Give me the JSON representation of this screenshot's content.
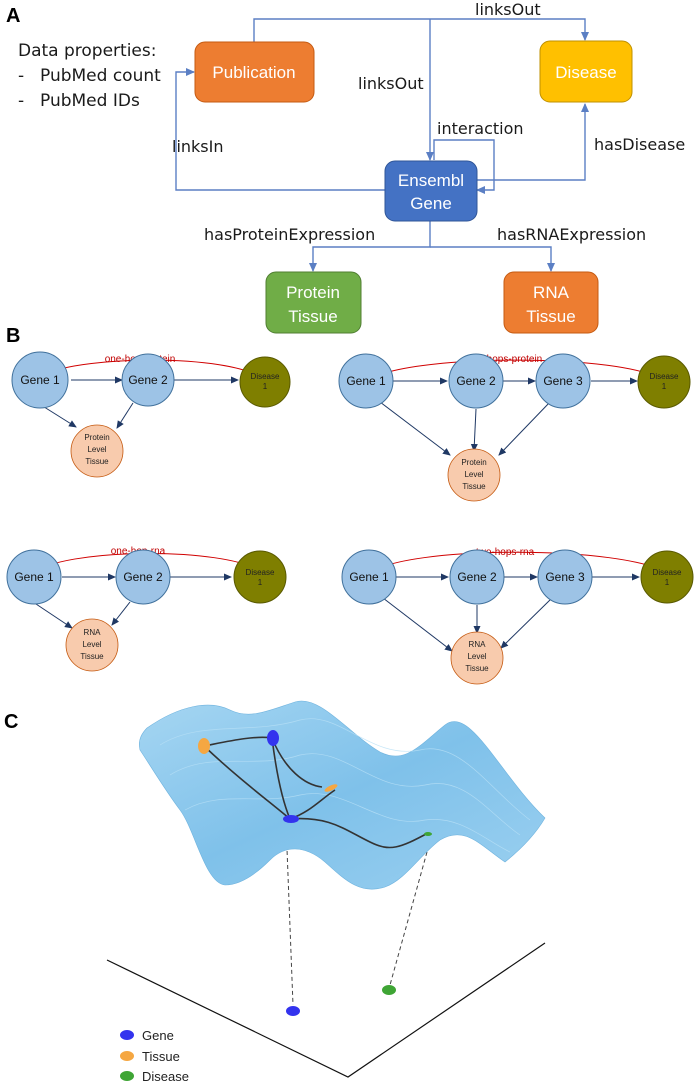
{
  "panels": {
    "a": "A",
    "b": "B",
    "c": "C"
  },
  "panel_a": {
    "data_properties_title": "Data properties:",
    "data_properties": [
      "PubMed count",
      "PubMed IDs"
    ],
    "bullet": "-",
    "nodes": {
      "publication": "Publication",
      "disease": "Disease",
      "gene_line1": "Ensembl",
      "gene_line2": "Gene",
      "protein_line1": "Protein",
      "protein_line2": "Tissue",
      "rna_line1": "RNA",
      "rna_line2": "Tissue"
    },
    "edges": {
      "links_out_top": "linksOut",
      "links_out_mid": "linksOut",
      "links_in": "linksIn",
      "interaction": "interaction",
      "has_disease": "hasDisease",
      "has_protein_expression": "hasProteinExpression",
      "has_rna_expression": "hasRNAExpression"
    },
    "colors": {
      "publication": "#ED7D31",
      "disease": "#FFC000",
      "gene": "#4472C4",
      "protein": "#70AD47",
      "rna": "#ED7D31",
      "edge": "#5B7FC4"
    }
  },
  "panel_b": {
    "one_hop_protein": {
      "title": "one-hop-protein",
      "gene1": "Gene 1",
      "gene2": "Gene 2",
      "disease_l1": "Disease",
      "disease_l2": "1",
      "tissue_l1": "Protein",
      "tissue_l2": "Level",
      "tissue_l3": "Tissue"
    },
    "two_hops_protein": {
      "title": "two-hops-protein",
      "gene1": "Gene 1",
      "gene2": "Gene 2",
      "gene3": "Gene 3",
      "disease_l1": "Disease",
      "disease_l2": "1",
      "tissue_l1": "Protein",
      "tissue_l2": "Level",
      "tissue_l3": "Tissue"
    },
    "one_hop_rna": {
      "title": "one-hop-rna",
      "gene1": "Gene 1",
      "gene2": "Gene 2",
      "disease_l1": "Disease",
      "disease_l2": "1",
      "tissue_l1": "RNA",
      "tissue_l2": "Level",
      "tissue_l3": "Tissue"
    },
    "two_hops_rna": {
      "title": "two-hops-rna",
      "gene1": "Gene 1",
      "gene2": "Gene 2",
      "gene3": "Gene 3",
      "disease_l1": "Disease",
      "disease_l2": "1",
      "tissue_l1": "RNA",
      "tissue_l2": "Level",
      "tissue_l3": "Tissue"
    },
    "colors": {
      "gene": "#9DC3E6",
      "disease": "#7F7F00",
      "tissue": "#F8CBAD",
      "curve": "#D00000"
    }
  },
  "panel_c": {
    "legend": [
      {
        "label": "Gene",
        "color": "#3333EE"
      },
      {
        "label": "Tissue",
        "color": "#F5A742"
      },
      {
        "label": "Disease",
        "color": "#3FA535"
      }
    ],
    "surface_color": "#8EC8EC"
  }
}
